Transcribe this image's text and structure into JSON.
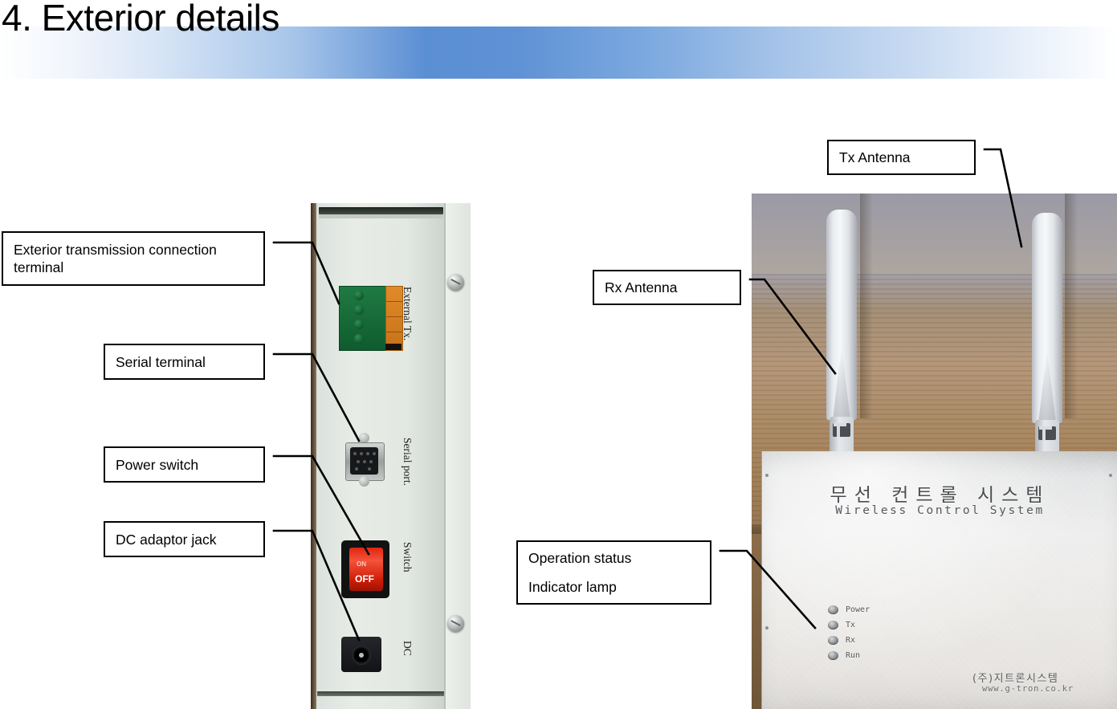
{
  "slide": {
    "title": "4. Exterior details",
    "header_gradient": {
      "from": "#ffffff",
      "accent": "#5b8fd4",
      "to": "#ffffff"
    }
  },
  "callouts": [
    {
      "id": "exterior-transmission-connection-terminal",
      "lines": [
        "Exterior transmission connection",
        "terminal"
      ]
    },
    {
      "id": "serial-terminal",
      "lines": [
        "Serial terminal"
      ]
    },
    {
      "id": "power-switch",
      "lines": [
        "Power switch"
      ]
    },
    {
      "id": "dc-adaptor-jack",
      "lines": [
        "DC adaptor jack"
      ]
    },
    {
      "id": "tx-antenna",
      "lines": [
        "Tx Antenna"
      ]
    },
    {
      "id": "rx-antenna",
      "lines": [
        "Rx Antenna"
      ]
    },
    {
      "id": "operation-status-indicator-lamp",
      "lines": [
        "Operation status",
        "Indicator lamp"
      ]
    }
  ],
  "rear_panel_photo": {
    "port_labels": {
      "external_tx": "External Tx.",
      "serial_port": "Serial port.",
      "switch": "Switch",
      "dc": "DC"
    },
    "rocker_switch": {
      "on": "ON",
      "off": "OFF",
      "color": "#e02510"
    }
  },
  "unit_photo": {
    "faceplate": {
      "title_ko": "무선 컨트롤 시스템",
      "title_en": "Wireless Control System"
    },
    "indicator_leds": [
      "Power",
      "Tx",
      "Rx",
      "Run"
    ],
    "brand": {
      "company_ko": "(주)지트론시스템",
      "website": "www.g-tron.co.kr"
    }
  }
}
